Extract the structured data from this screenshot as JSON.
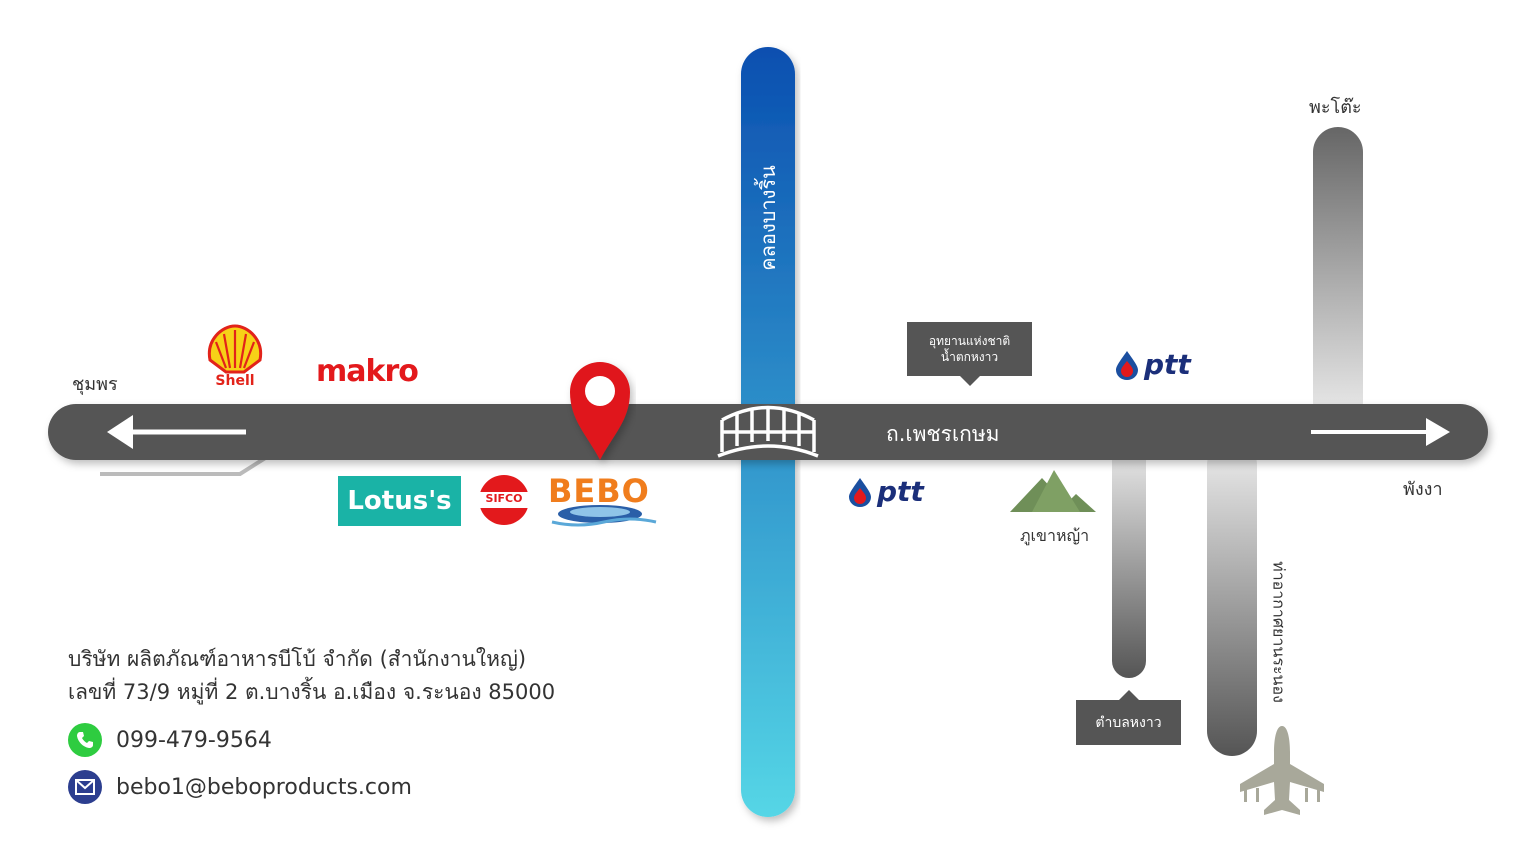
{
  "map": {
    "city_left": "ชุมพร",
    "city_right": "พังงา",
    "city_top_right": "พะโต๊ะ",
    "main_road": "ถ.เพชรเกษม",
    "canal": "คลองบางริ้น",
    "subdistrict": "ตำบลหงาว",
    "airport_road": "ท่าอากาศยานระนอง",
    "mountain": "ภูเขาหญ้า",
    "park_line1": "อุทยานแห่งชาติ",
    "park_line2": "น้ำตกหงาว"
  },
  "brands": {
    "shell": "Shell",
    "makro": "makro",
    "lotus": "Lotus's",
    "sifco": "SIFCO",
    "bebo": "BEBO",
    "ptt": "ptt"
  },
  "company": {
    "name": "บริษัท ผลิตภัณฑ์อาหารบีโบ้ จำกัด (สำนักงานใหญ่)",
    "address": "เลขที่ 73/9 หมู่ที่ 2 ต.บางริ้น อ.เมือง จ.ระนอง 85000",
    "phone": "099-479-9564",
    "email": "bebo1@beboproducts.com"
  },
  "colors": {
    "road": "#555555",
    "canal_top": "#0a4fb0",
    "canal_bottom": "#55d6e6",
    "pin": "#e0191b",
    "phone_icon": "#2ecc40",
    "email_icon": "#2c3e8f",
    "lotus": "#1ab3a6",
    "makro": "#e3191c",
    "mountain": "#6f8f58"
  },
  "icons": [
    "location-pin-icon",
    "bridge-icon",
    "arrow-left-icon",
    "arrow-right-icon",
    "airplane-icon",
    "mountain-icon",
    "phone-icon",
    "email-icon"
  ]
}
